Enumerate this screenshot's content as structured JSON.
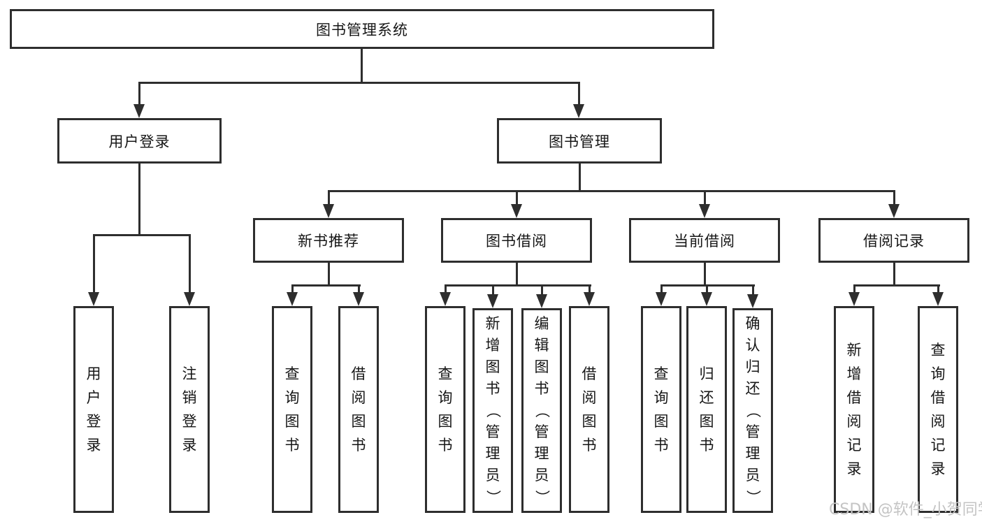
{
  "diagram": {
    "title": "图书管理系统",
    "level2": [
      {
        "label": "用户登录"
      },
      {
        "label": "图书管理"
      }
    ],
    "level3": [
      {
        "label": "新书推荐"
      },
      {
        "label": "图书借阅"
      },
      {
        "label": "当前借阅"
      },
      {
        "label": "借阅记录"
      }
    ],
    "leaves": {
      "user_login": [
        {
          "label": "用户登录"
        },
        {
          "label": "注销登录"
        }
      ],
      "new_book": [
        {
          "label": "查询图书"
        },
        {
          "label": "借阅图书"
        }
      ],
      "book_borrow": [
        {
          "label": "查询图书"
        },
        {
          "label": "新增图书（管理员）"
        },
        {
          "label": "编辑图书（管理员）"
        },
        {
          "label": "借阅图书"
        }
      ],
      "current_borrow": [
        {
          "label": "查询图书"
        },
        {
          "label": "归还图书"
        },
        {
          "label": "确认归还（管理员）"
        }
      ],
      "borrow_record": [
        {
          "label": "新增借阅记录"
        },
        {
          "label": "查询借阅记录"
        }
      ]
    },
    "watermark": "CSDN @软件_小贺同学",
    "colors": {
      "line": "#2e2e2e",
      "text": "#161616",
      "watermark": "#c4c4c4",
      "background": "#ffffff"
    }
  }
}
